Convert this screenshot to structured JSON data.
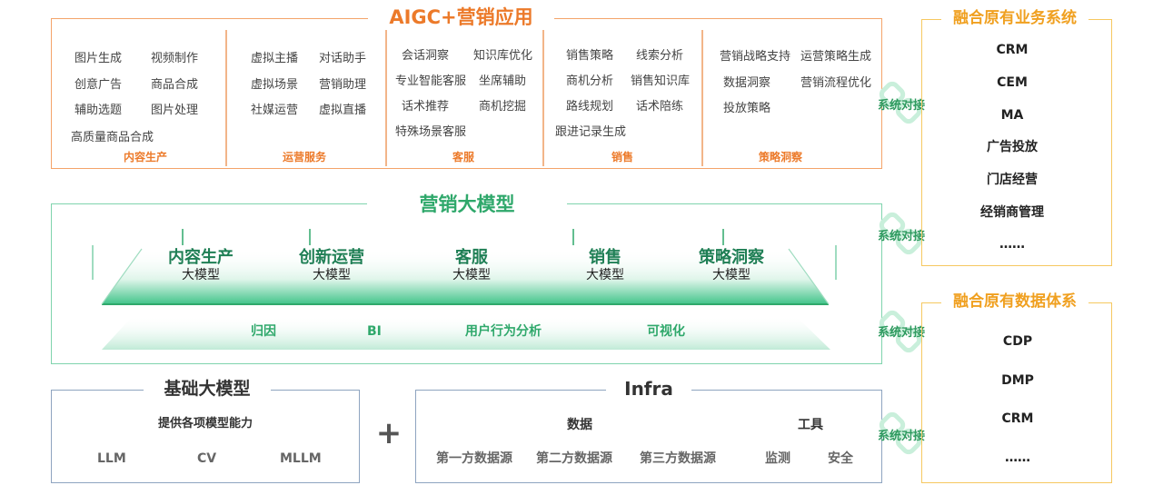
{
  "aigc": {
    "title": "AIGC+营销应用",
    "sections": [
      {
        "label": "内容生产",
        "items": [
          "图片生成",
          "视频制作",
          "创意广告",
          "商品合成",
          "辅助选题",
          "图片处理",
          "高质量商品合成"
        ]
      },
      {
        "label": "运营服务",
        "items": [
          "虚拟主播",
          "对话助手",
          "虚拟场景",
          "营销助理",
          "社媒运营",
          "虚拟直播"
        ]
      },
      {
        "label": "客服",
        "items": [
          "会话洞察",
          "知识库优化",
          "专业智能客服",
          "坐席辅助",
          "话术推荐",
          "商机挖掘",
          "特殊场景客服"
        ]
      },
      {
        "label": "销售",
        "items": [
          "销售策略",
          "线索分析",
          "商机分析",
          "销售知识库",
          "路线规划",
          "话术陪练",
          "跟进记录生成"
        ]
      },
      {
        "label": "策略洞察",
        "items": [
          "营销战略支持",
          "运营策略生成",
          "数据洞察",
          "营销流程优化",
          "投放策略"
        ]
      }
    ]
  },
  "model": {
    "title": "营销大模型",
    "items": [
      {
        "name": "内容生产",
        "sub": "大模型"
      },
      {
        "name": "创新运营",
        "sub": "大模型"
      },
      {
        "name": "客服",
        "sub": "大模型"
      },
      {
        "name": "销售",
        "sub": "大模型"
      },
      {
        "name": "策略洞察",
        "sub": "大模型"
      }
    ],
    "bottom": [
      "归因",
      "BI",
      "用户行为分析",
      "可视化"
    ]
  },
  "base": {
    "title": "基础大模型",
    "subtitle": "提供各项模型能力",
    "items": [
      "LLM",
      "CV",
      "MLLM"
    ]
  },
  "plus": "+",
  "infra": {
    "title": "Infra",
    "data_label": "数据",
    "tool_label": "工具",
    "data_items": [
      "第一方数据源",
      "第二方数据源",
      "第三方数据源"
    ],
    "tool_items": [
      "监测",
      "安全"
    ]
  },
  "business": {
    "title": "融合原有业务系统",
    "items": [
      "CRM",
      "CEM",
      "MA",
      "广告投放",
      "门店经营",
      "经销商管理",
      "……"
    ]
  },
  "datasys": {
    "title": "融合原有数据体系",
    "items": [
      "CDP",
      "DMP",
      "CRM",
      "……"
    ]
  },
  "connector": "系统对接",
  "colors": {
    "orange": "#ec7a2a",
    "green": "#2fa86b",
    "yellow": "#f0a020",
    "slate": "#8ea4c0"
  }
}
